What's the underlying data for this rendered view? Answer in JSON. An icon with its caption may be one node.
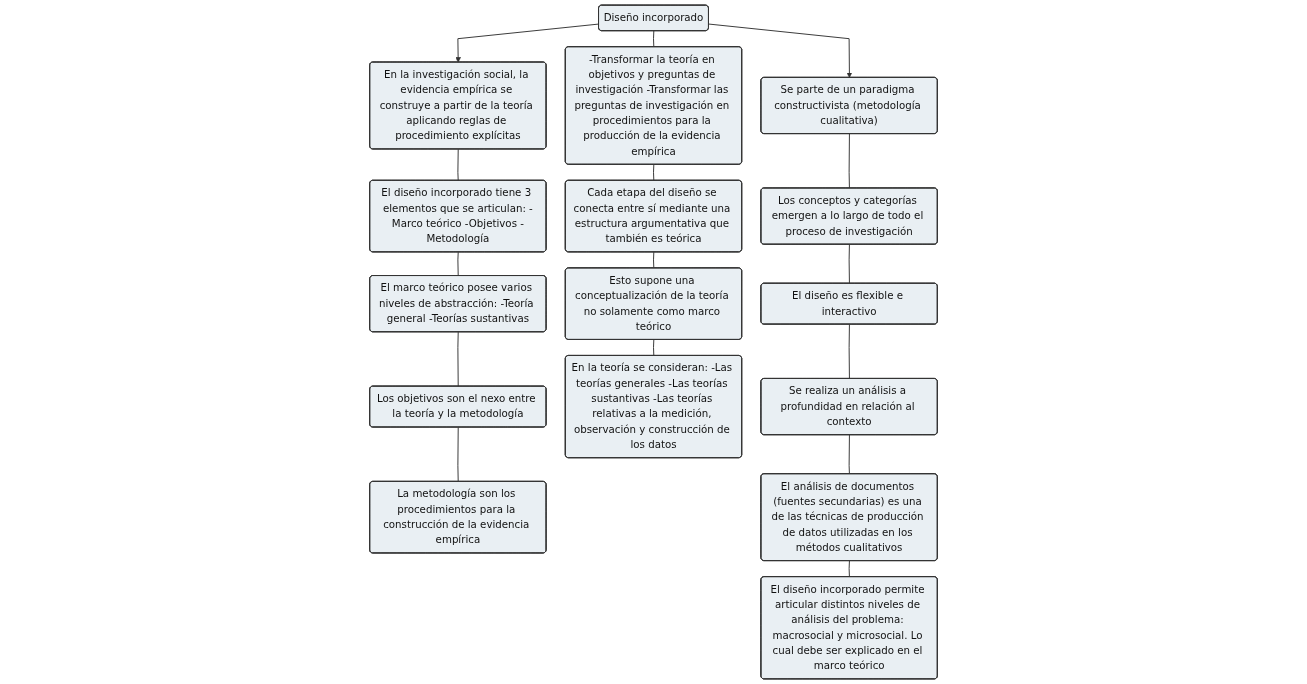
{
  "diagram": {
    "nodes": [
      {
        "text": [
          "En la investigación social, la evidencia empírica se construye a partir de la teoría aplicando reglas de procedimiento explícitas"
        ]
      },
      {
        "text": [
          "Diseño incorporado"
        ]
      },
      {
        "text": [
          "Se parte de un paradigma constructivista (metodología cualitativa)"
        ]
      },
      {
        "text": [
          "El diseño incorporado tiene 3 elementos que se articulan: -Marco teórico -Objetivos -Metodología"
        ]
      },
      {
        "text": [
          "El marco teórico posee varios niveles de abstracción: -Teoría general -Teorías sustantivas"
        ]
      },
      {
        "text": [
          "Los objetivos son el nexo entre la teoría y la metodología"
        ]
      },
      {
        "text": [
          "La metodología son los procedimientos para la construcción de la evidencia empírica"
        ]
      },
      {
        "text": [
          "-Transformar la teoría en objetivos y preguntas de investigación -Transformar las preguntas de investigación en procedimientos para la producción de la evidencia empírica"
        ]
      },
      {
        "text": [
          "Cada etapa del diseño se conecta entre sí mediante una estructura argumentativa que también es teórica"
        ]
      },
      {
        "text": [
          "Esto supone una conceptualización de la teoría no solamente como marco teórico"
        ]
      },
      {
        "text": [
          "En la teoría se consideran: -Las teorías generales -Las teorías sustantivas -Las teorías relativas a la medición, observación y construcción de los datos"
        ]
      },
      {
        "text": [
          "Los conceptos y categorías emergen a lo largo de todo el proceso de investigación"
        ]
      },
      {
        "text": [
          "El diseño es flexible e interactivo"
        ]
      },
      {
        "text": [
          "Se realiza un análisis a profundidad en relación al contexto"
        ]
      },
      {
        "text": [
          "El análisis de documentos (fuentes secundarias) es una de las técnicas de producción de datos utilizadas en los métodos cualitativos"
        ]
      },
      {
        "text": [
          "El diseño incorporado permite articular distintos niveles de análisis del problema: macrosocial y microsocial. Lo cual debe ser explicado en el marco teórico"
        ]
      }
    ],
    "edges": [
      {
        "from": 1,
        "to": 0,
        "arrow": "to"
      },
      {
        "from": 1,
        "to": 7,
        "arrow": "none"
      },
      {
        "from": 1,
        "to": 2,
        "arrow": "to"
      },
      {
        "from": 0,
        "to": 3,
        "arrow": "none"
      },
      {
        "from": 3,
        "to": 4,
        "arrow": "none"
      },
      {
        "from": 4,
        "to": 5,
        "arrow": "none"
      },
      {
        "from": 5,
        "to": 6,
        "arrow": "none"
      },
      {
        "from": 7,
        "to": 8,
        "arrow": "none"
      },
      {
        "from": 8,
        "to": 9,
        "arrow": "none"
      },
      {
        "from": 9,
        "to": 10,
        "arrow": "none"
      },
      {
        "from": 2,
        "to": 11,
        "arrow": "none"
      },
      {
        "from": 11,
        "to": 12,
        "arrow": "none"
      },
      {
        "from": 12,
        "to": 13,
        "arrow": "none"
      },
      {
        "from": 13,
        "to": 14,
        "arrow": "none"
      },
      {
        "from": 14,
        "to": 15,
        "arrow": "none"
      }
    ]
  }
}
